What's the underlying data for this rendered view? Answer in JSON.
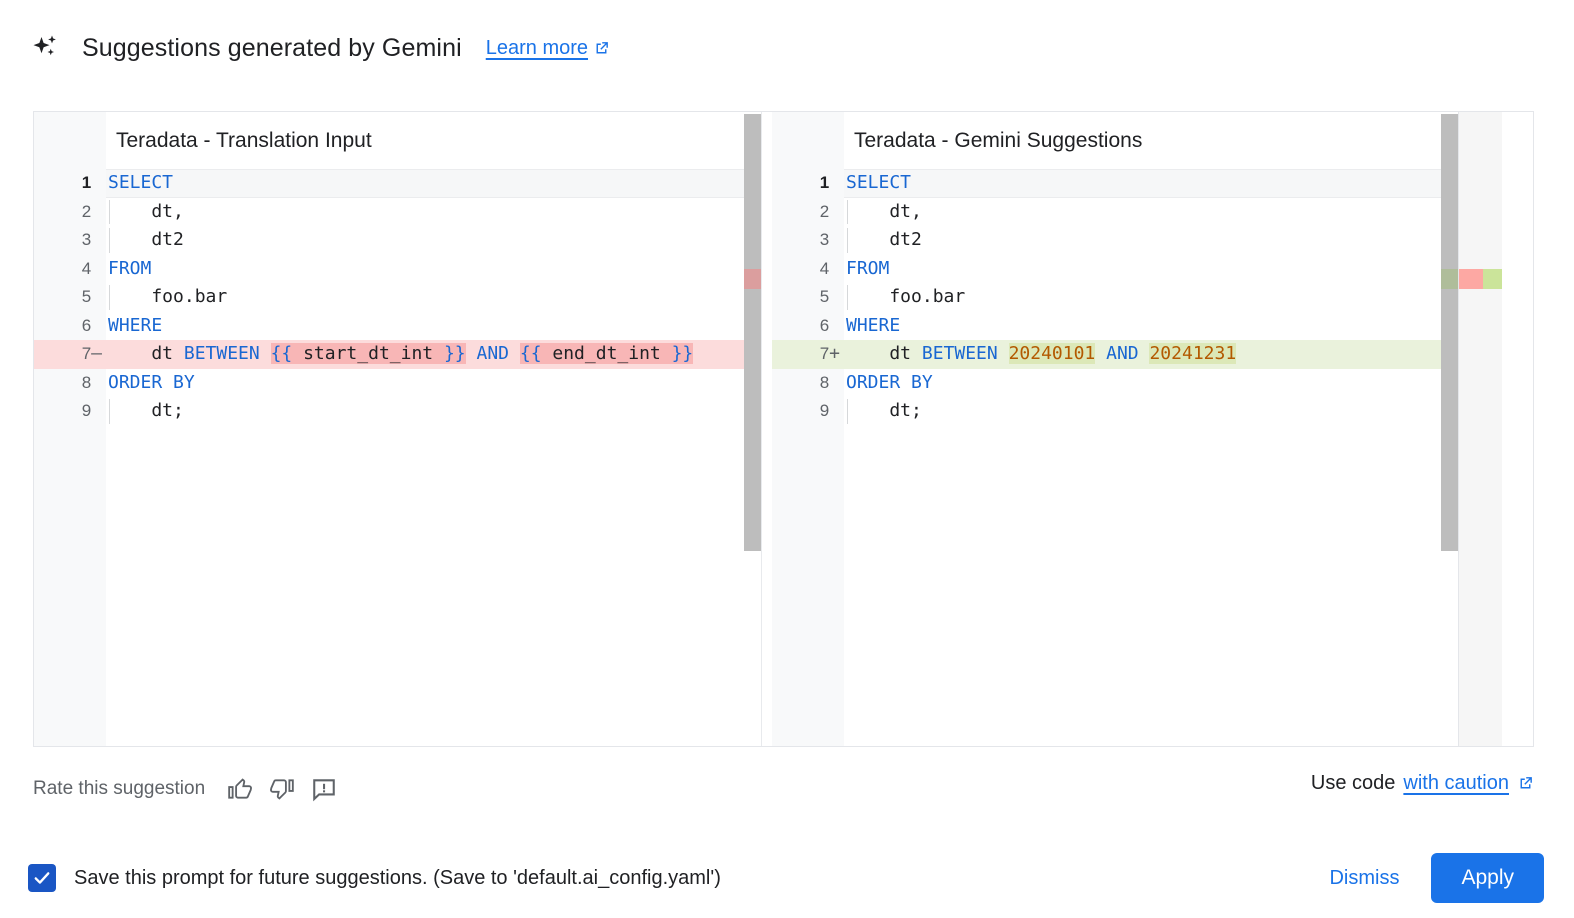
{
  "header": {
    "icon": "sparkle-icon",
    "title": "Suggestions generated by Gemini",
    "learn_more": "Learn more",
    "learn_more_icon": "external-link-icon"
  },
  "diff": {
    "left": {
      "title": "Teradata - Translation Input",
      "lines": [
        {
          "n": "1",
          "sign": "",
          "current": true,
          "indent": false,
          "tokens": [
            {
              "t": "SELECT",
              "c": "kw"
            }
          ]
        },
        {
          "n": "2",
          "sign": "",
          "current": false,
          "indent": true,
          "tokens": [
            {
              "t": "    dt,",
              "c": "plain"
            }
          ]
        },
        {
          "n": "3",
          "sign": "",
          "current": false,
          "indent": true,
          "tokens": [
            {
              "t": "    dt2",
              "c": "plain"
            }
          ]
        },
        {
          "n": "4",
          "sign": "",
          "current": false,
          "indent": false,
          "tokens": [
            {
              "t": "FROM",
              "c": "kw"
            }
          ]
        },
        {
          "n": "5",
          "sign": "",
          "current": false,
          "indent": true,
          "tokens": [
            {
              "t": "    foo.bar",
              "c": "plain"
            }
          ]
        },
        {
          "n": "6",
          "sign": "",
          "current": false,
          "indent": false,
          "tokens": [
            {
              "t": "WHERE",
              "c": "kw"
            }
          ]
        },
        {
          "n": "7",
          "sign": "—",
          "current": false,
          "indent": false,
          "diff": "del",
          "tokens": [
            {
              "t": "    dt ",
              "c": "plain"
            },
            {
              "t": "BETWEEN",
              "c": "kw"
            },
            {
              "t": " ",
              "c": "plain"
            },
            {
              "t": "{{",
              "c": "braceb",
              "hl": "wdel"
            },
            {
              "t": " start_dt_int ",
              "c": "plain",
              "hl": "wdel"
            },
            {
              "t": "}}",
              "c": "braceb",
              "hl": "wdel"
            },
            {
              "t": " ",
              "c": "plain"
            },
            {
              "t": "AND",
              "c": "kw"
            },
            {
              "t": " ",
              "c": "plain"
            },
            {
              "t": "{{",
              "c": "braceb",
              "hl": "wdel"
            },
            {
              "t": " end_dt_int ",
              "c": "plain",
              "hl": "wdel"
            },
            {
              "t": "}}",
              "c": "braceb",
              "hl": "wdel"
            }
          ]
        },
        {
          "n": "8",
          "sign": "",
          "current": false,
          "indent": false,
          "tokens": [
            {
              "t": "ORDER BY",
              "c": "kw"
            }
          ]
        },
        {
          "n": "9",
          "sign": "",
          "current": false,
          "indent": true,
          "tokens": [
            {
              "t": "    dt;",
              "c": "plain"
            }
          ]
        }
      ]
    },
    "right": {
      "title": "Teradata - Gemini Suggestions",
      "lines": [
        {
          "n": "1",
          "sign": "",
          "current": true,
          "indent": false,
          "tokens": [
            {
              "t": "SELECT",
              "c": "kw"
            }
          ]
        },
        {
          "n": "2",
          "sign": "",
          "current": false,
          "indent": true,
          "tokens": [
            {
              "t": "    dt,",
              "c": "plain"
            }
          ]
        },
        {
          "n": "3",
          "sign": "",
          "current": false,
          "indent": true,
          "tokens": [
            {
              "t": "    dt2",
              "c": "plain"
            }
          ]
        },
        {
          "n": "4",
          "sign": "",
          "current": false,
          "indent": false,
          "tokens": [
            {
              "t": "FROM",
              "c": "kw"
            }
          ]
        },
        {
          "n": "5",
          "sign": "",
          "current": false,
          "indent": true,
          "tokens": [
            {
              "t": "    foo.bar",
              "c": "plain"
            }
          ]
        },
        {
          "n": "6",
          "sign": "",
          "current": false,
          "indent": false,
          "tokens": [
            {
              "t": "WHERE",
              "c": "kw"
            }
          ]
        },
        {
          "n": "7",
          "sign": "+",
          "current": false,
          "indent": false,
          "diff": "add",
          "tokens": [
            {
              "t": "    dt ",
              "c": "plain"
            },
            {
              "t": "BETWEEN",
              "c": "kw"
            },
            {
              "t": " ",
              "c": "plain"
            },
            {
              "t": "20240101",
              "c": "num",
              "hl": "wadd"
            },
            {
              "t": " ",
              "c": "plain"
            },
            {
              "t": "AND",
              "c": "kw"
            },
            {
              "t": " ",
              "c": "plain"
            },
            {
              "t": "20241231",
              "c": "num",
              "hl": "wadd"
            }
          ]
        },
        {
          "n": "8",
          "sign": "",
          "current": false,
          "indent": false,
          "tokens": [
            {
              "t": "ORDER BY",
              "c": "kw"
            }
          ]
        },
        {
          "n": "9",
          "sign": "",
          "current": false,
          "indent": true,
          "tokens": [
            {
              "t": "    dt;",
              "c": "plain"
            }
          ]
        }
      ]
    }
  },
  "rate": {
    "label": "Rate this suggestion",
    "icons": [
      "thumb-up-icon",
      "thumb-down-icon",
      "report-feedback-icon"
    ]
  },
  "use_code": {
    "prefix": "Use code",
    "link": "with caution",
    "icon": "external-link-icon"
  },
  "bottom": {
    "checkbox_checked": true,
    "checkbox_label": "Save this prompt for future suggestions. (Save to 'default.ai_config.yaml')",
    "dismiss_label": "Dismiss",
    "apply_label": "Apply"
  },
  "colors": {
    "accent": "#1a73e8",
    "keyword": "#1967d2",
    "number": "#b35900",
    "delete_row": "#fcdcdc",
    "delete_word": "#f8b6b6",
    "add_row": "#eaf2dc",
    "add_word": "#dce8b8",
    "checkbox": "#1a56c4"
  }
}
